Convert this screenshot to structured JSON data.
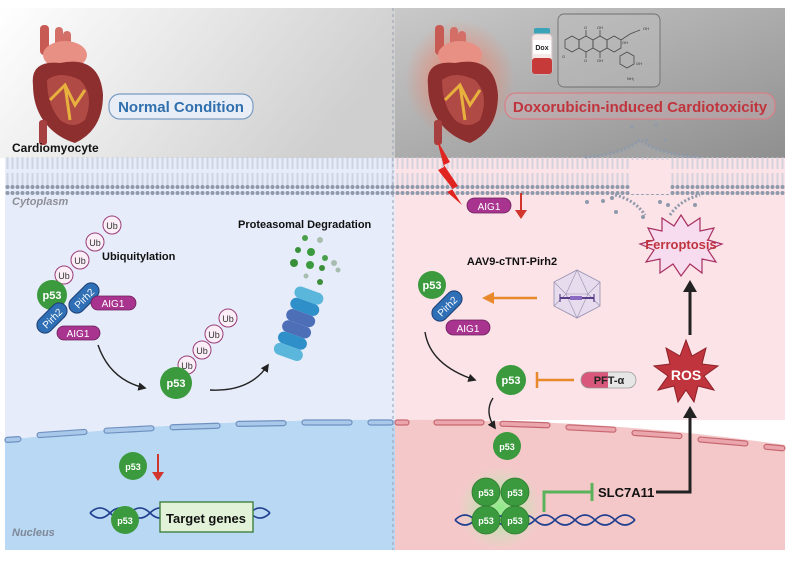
{
  "left_panel": {
    "condition_label": "Normal Condition",
    "cell_label": "Cardiomyocyte",
    "cytoplasm_label": "Cytoplasm",
    "nucleus_label": "Nucleus",
    "ub": "Ub",
    "p53": "p53",
    "pirh2": "Pirh2",
    "aig1": "AIG1",
    "ubiquitylation_label": "Ubiquitylation",
    "degradation_label": "Proteasomal Degradation",
    "target_genes_label": "Target genes"
  },
  "right_panel": {
    "condition_label": "Doxorubicin-induced Cardiotoxicity",
    "vial_label": "Dox",
    "aig1": "AIG1",
    "p53": "p53",
    "pirh2": "Pirh2",
    "aav_label": "AAV9-cTNT-Pirh2",
    "pft_label": "PFT-α",
    "ferroptosis_label": "Ferroptosis",
    "ros_label": "ROS",
    "slc_label": "SLC7A11",
    "chem_labels": {
      "o1": "O",
      "oh1": "OH",
      "o2": "O",
      "oh2": "OH",
      "oh3": "OH",
      "o3": "O",
      "oh4": "OH",
      "o4": "O",
      "o5": "O",
      "h": "H",
      "oh5": "OH",
      "nh2": "NH₂",
      "ome": "O"
    }
  },
  "colors": {
    "p53": "#3b9a3e",
    "pirh2": "#2f6fb5",
    "aig1": "#a8348f",
    "ub_fill": "#fbeef6",
    "ub_stroke": "#9a3d78",
    "normal_label": "#2f6fae",
    "dox_label": "#c0343e",
    "ros": "#c0343e",
    "inhibit_orange": "#e8892c",
    "down_arrow": "#d2352b",
    "slc_inhibit": "#5ab25a"
  }
}
